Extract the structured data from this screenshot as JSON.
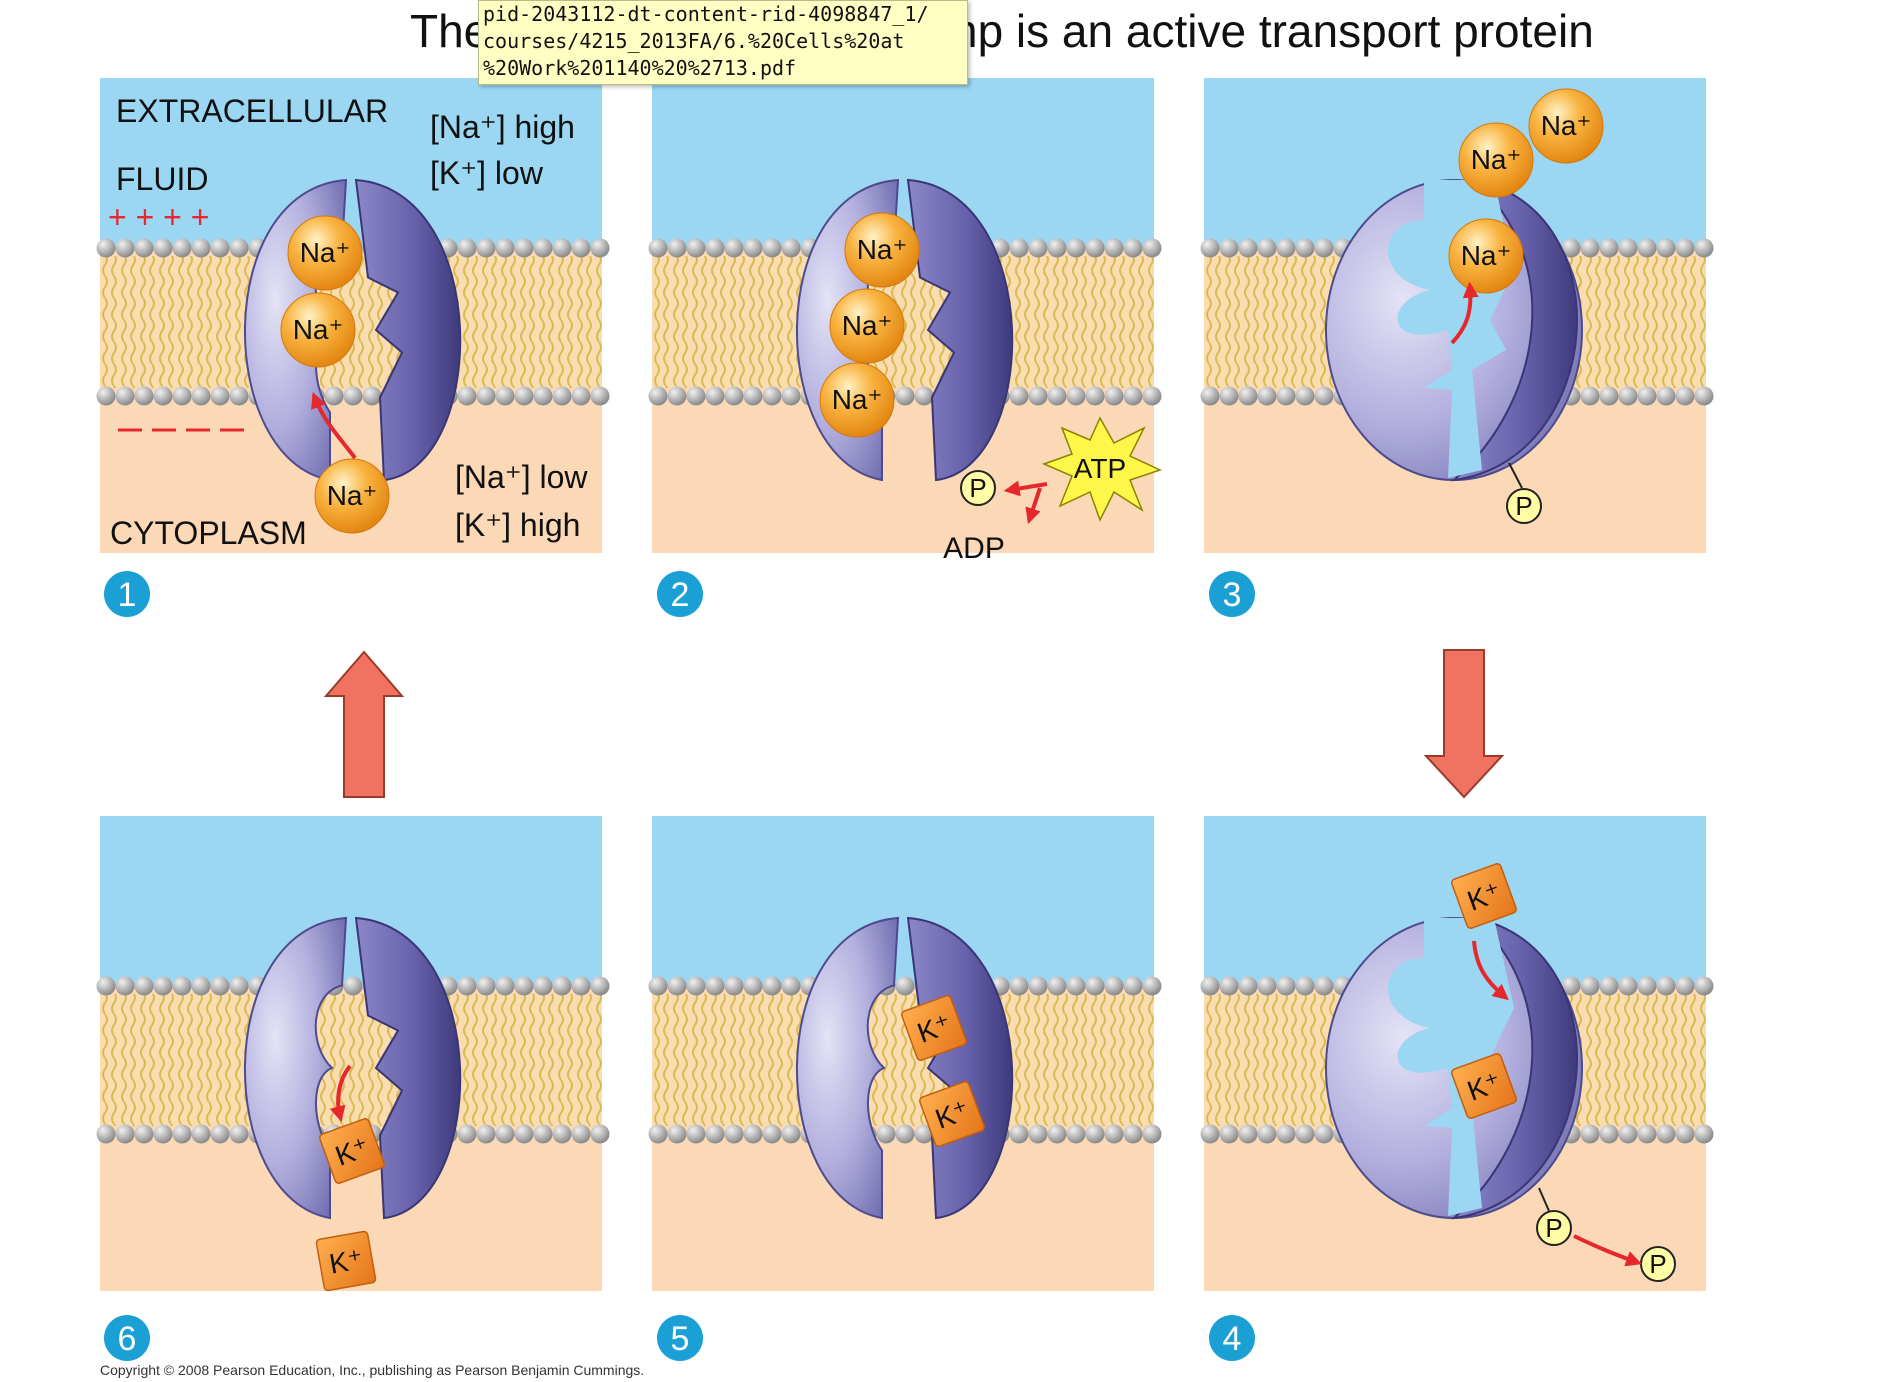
{
  "title": "The sodium-potassium pump is an active transport protein",
  "tooltip": {
    "line1": "pid-2043112-dt-content-rid-4098847_1/",
    "line2": "courses/4215_2013FA/6.%20Cells%20at",
    "line3": "%20Work%201140%20%2713.pdf"
  },
  "labels": {
    "extracellular_line1": "EXTRACELLULAR",
    "extracellular_line2": "FLUID",
    "cytoplasm": "CYTOPLASM",
    "na_high": "[Na⁺] high",
    "k_low": "[K⁺] low",
    "na_low": "[Na⁺] low",
    "k_high": "[K⁺] high",
    "plus_signs": "+ + + +",
    "atp": "ATP",
    "adp": "ADP",
    "phosphate": "P",
    "na_ion": "Na⁺",
    "k_ion": "K⁺"
  },
  "steps": [
    {
      "number": "1"
    },
    {
      "number": "2"
    },
    {
      "number": "3"
    },
    {
      "number": "4"
    },
    {
      "number": "5"
    },
    {
      "number": "6"
    }
  ],
  "colors": {
    "extracellular": "#9bd7f2",
    "cytoplasm": "#fbd8b6",
    "protein_light": "#c3c2e6",
    "protein_dark": "#5a559c",
    "sodium": "#f7a32a",
    "potassium": "#f08a23",
    "arrow_block": "#ef7360",
    "arrow_small": "#e6282c",
    "step_badge": "#1ba0d6",
    "atp_burst": "#fff64a",
    "phosphate": "#fffca5"
  },
  "copyright": "Copyright © 2008 Pearson Education, Inc., publishing as Pearson Benjamin Cummings."
}
